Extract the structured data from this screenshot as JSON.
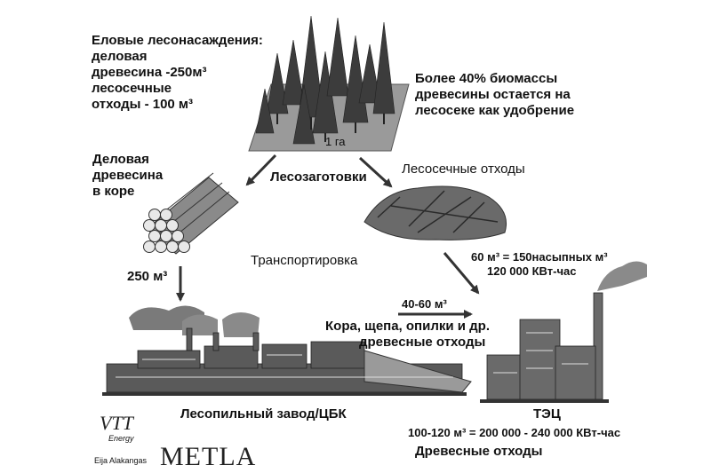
{
  "forest": {
    "text_lines": [
      "Еловые лесонасаждения:",
      "деловая",
      "древесина -250м³",
      "лесосечные",
      "отходы - 100 м³"
    ],
    "plot_label": "1 га",
    "biomass_lines": [
      "Более 40% биомассы",
      "древесины остается на",
      "лесосеке как удобрение"
    ]
  },
  "logs": {
    "text_lines": [
      "Деловая",
      "древесина",
      "в коре"
    ],
    "volume": "250 м³"
  },
  "harvest_label": "Лесозаготовки",
  "residues": {
    "title": "Лесосечные отходы",
    "volume": "60 м³ = 150насыпных м³",
    "energy": "120 000 КВт-час"
  },
  "transport_label": "Транспортировка",
  "byproducts": {
    "volume": "40-60 м³",
    "text_lines": [
      "Кора, щепа, опилки и др.",
      "древесные отходы"
    ]
  },
  "sawmill_label": "Лесопильный завод/ЦБК",
  "chp": {
    "title": "ТЭЦ",
    "output": "100-120 м³ = 200 000 - 240 000 КВт-час",
    "source": "Древесные отходы"
  },
  "logos": {
    "vtt_mark": "VTT",
    "vtt_sub": "Energy",
    "author": "Eija Alakangas",
    "metla": "METLA"
  }
}
